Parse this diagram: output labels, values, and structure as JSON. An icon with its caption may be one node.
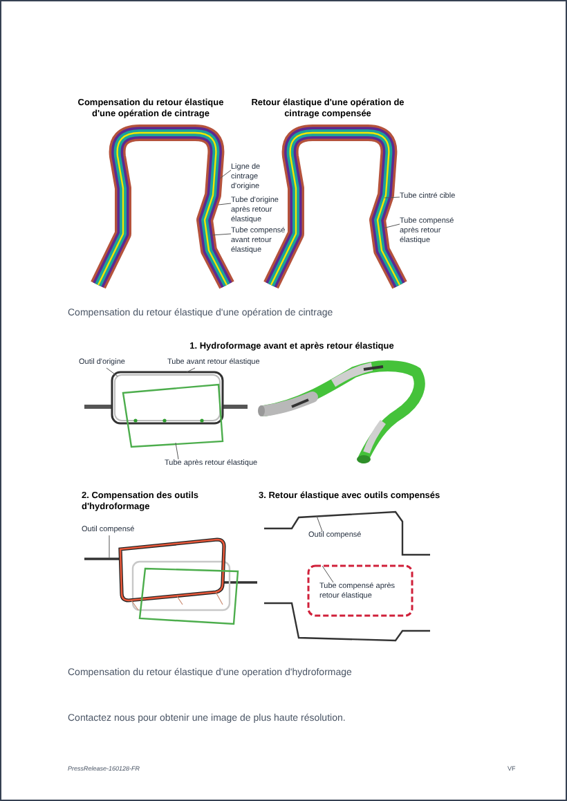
{
  "diagram": {
    "nodes": [
      {
        "text": [
          "Ligne de cintrage d'origine"
        ]
      },
      {
        "text": [
          "Tube d'origine après retour élastique"
        ]
      },
      {
        "text": [
          "Tube compensé avant retour élastique"
        ]
      },
      {
        "text": [
          "Tube cintré cible"
        ]
      },
      {
        "text": [
          "Tube compensé après retour élastique"
        ]
      },
      {
        "text": [
          "Outil d'origine"
        ]
      },
      {
        "text": [
          "Tube avant retour élastique"
        ]
      },
      {
        "text": [
          "Tube après retour élastique"
        ]
      },
      {
        "text": [
          "Outil compensé"
        ]
      },
      {
        "text": [
          "Outil compensé"
        ]
      },
      {
        "text": [
          "Tube compensé après retour élastique"
        ]
      },
      {
        "text": [],
        "shape": "picture"
      }
    ],
    "edges": [
      {
        "from": 0,
        "to": null,
        "arrow": "none"
      },
      {
        "from": 1,
        "to": null,
        "arrow": "none"
      },
      {
        "from": 2,
        "to": null,
        "arrow": "none"
      },
      {
        "from": 3,
        "to": null,
        "arrow": "none"
      },
      {
        "from": 4,
        "to": null,
        "arrow": "none"
      },
      {
        "from": 5,
        "to": 11,
        "arrow": "none"
      },
      {
        "from": 6,
        "to": 11,
        "arrow": "none"
      },
      {
        "from": 7,
        "to": 11,
        "arrow": "none"
      },
      {
        "from": 8,
        "to": null,
        "arrow": "none"
      },
      {
        "from": 9,
        "to": null,
        "arrow": "none"
      },
      {
        "from": 10,
        "to": null,
        "arrow": "none"
      }
    ],
    "labels": [
      "Compensation du retour élastique d'une opération de cintrage",
      "Retour élastique d'une opération de cintrage compensée",
      "Compensation du retour élastique d'une opération de cintrage",
      "1. Hydroformage avant et après retour élastique",
      "2. Compensation des outils d'hydroformage",
      "3. Retour élastique avec outils compensés",
      "Compensation du retour élastique d'une operation d'hydroformage",
      "Contactez nous pour obtenir une image de plus haute résolution.",
      "PressRelease-160128-FR",
      "VF"
    ]
  }
}
